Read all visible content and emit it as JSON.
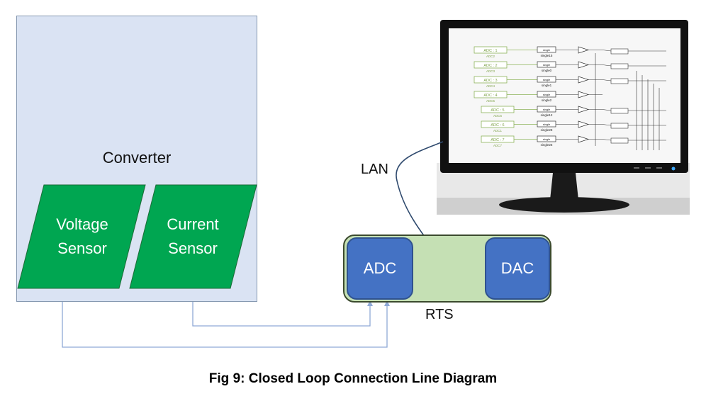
{
  "converter": {
    "label": "Converter"
  },
  "sensors": [
    {
      "line1": "Voltage",
      "line2": "Sensor"
    },
    {
      "line1": "Current",
      "line2": "Sensor"
    }
  ],
  "rts": {
    "label": "RTS",
    "adc_label": "ADC",
    "dac_label": "DAC"
  },
  "lan": {
    "label": "LAN"
  },
  "caption": "Fig 9: Closed Loop Connection Line Diagram",
  "monitor": {
    "rows": [
      {
        "adc": "ADC : 1",
        "sub": "ADC2",
        "blk": "single",
        "out": "single15"
      },
      {
        "adc": "ADC : 2",
        "sub": "ADC3",
        "blk": "single",
        "out": "single0"
      },
      {
        "adc": "ADC : 3",
        "sub": "ADC4",
        "blk": "single",
        "out": "single1"
      },
      {
        "adc": "ADC : 4",
        "sub": "ADC5",
        "blk": "single",
        "out": "single2"
      },
      {
        "adc": "ADC : 5",
        "sub": "ADC6",
        "blk": "single",
        "out": "single12"
      },
      {
        "adc": "ADC : 6",
        "sub": "ADC1",
        "blk": "single",
        "out": "single28"
      },
      {
        "adc": "ADC : 7",
        "sub": "ADC7",
        "blk": "single",
        "out": "single26"
      }
    ]
  },
  "colors": {
    "converter_fill": "#dae3f3",
    "sensor_fill": "#00a651",
    "rts_fill": "#c5e0b4",
    "chip_fill": "#4472c4",
    "wire": "#8fa9d6",
    "lan_cable": "#2f4a6e"
  }
}
